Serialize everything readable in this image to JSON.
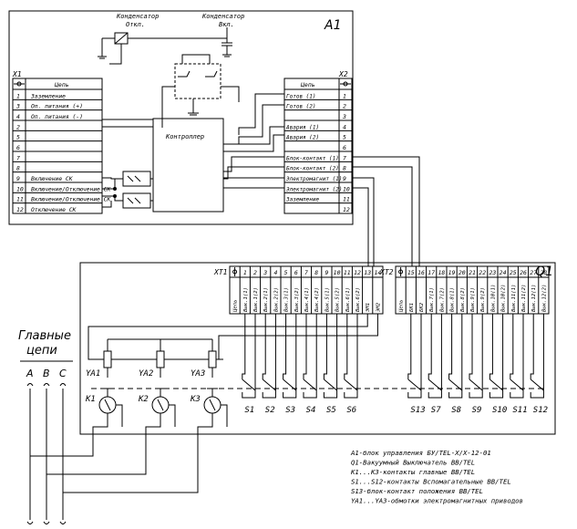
{
  "a1": {
    "label": "A1",
    "cap_open_label": [
      "Конденсатор",
      "Откл."
    ],
    "cap_close_label": [
      "Конденсатор",
      "Вкл."
    ],
    "controller_label": "Контроллер"
  },
  "x1": {
    "label": "X1",
    "header_col": "Цепь",
    "rows": [
      {
        "text": "Заземление",
        "num": "1"
      },
      {
        "text": "Оп. питания (+)",
        "num": "3"
      },
      {
        "text": "Оп. питания (-)",
        "num": "4"
      },
      {
        "text": "",
        "num": "2"
      },
      {
        "text": "",
        "num": "5"
      },
      {
        "text": "",
        "num": "6"
      },
      {
        "text": "",
        "num": "7"
      },
      {
        "text": "",
        "num": "8"
      },
      {
        "text": "Включение CK",
        "num": "9"
      },
      {
        "text": "Включение/Отключение CK",
        "num": "10"
      },
      {
        "text": "Включение/Отключение CK",
        "num": "11"
      },
      {
        "text": "Отключение CK",
        "num": "12"
      }
    ]
  },
  "x2": {
    "label": "X2",
    "header_col": "Цепь",
    "rows": [
      {
        "text": "Готов (1)",
        "num": "1"
      },
      {
        "text": "Готов (2)",
        "num": "2"
      },
      {
        "text": "",
        "num": "3"
      },
      {
        "text": "Авария (1)",
        "num": "4"
      },
      {
        "text": "Авария (2)",
        "num": "5"
      },
      {
        "text": "",
        "num": "6"
      },
      {
        "text": "Блок-контакт (1)",
        "num": "7"
      },
      {
        "text": "Блок-контакт (2)",
        "num": "8"
      },
      {
        "text": "Электромагнит (1)",
        "num": "9"
      },
      {
        "text": "Электромагнит (2)",
        "num": "10"
      },
      {
        "text": "Заземление",
        "num": "11"
      },
      {
        "text": "",
        "num": "12"
      }
    ]
  },
  "q1": {
    "label": "Q1",
    "xt1": {
      "label": "XT1",
      "nums": [
        "1",
        "2",
        "3",
        "4",
        "5",
        "6",
        "7",
        "8",
        "9",
        "10",
        "11",
        "12",
        "13",
        "14"
      ],
      "cols": [
        "Цепь",
        "Вык.1(1)",
        "Вык.1(2)",
        "Вык.2(1)",
        "Вык.2(2)",
        "Вык.3(1)",
        "Вык.3(2)",
        "Вык.4(1)",
        "Вык.4(2)",
        "Вык.5(1)",
        "Вык.5(2)",
        "Вык.6(1)",
        "Вык.6(2)",
        "ЭМ1",
        "ЭМ2"
      ]
    },
    "xt2": {
      "label": "XT2",
      "nums": [
        "15",
        "16",
        "17",
        "18",
        "19",
        "20",
        "21",
        "22",
        "23",
        "24",
        "25",
        "26",
        "27",
        "28"
      ],
      "cols": [
        "Цепь",
        "БК1",
        "БК2",
        "Вык.7(1)",
        "Вык.7(2)",
        "Вык.8(1)",
        "Вык.8(2)",
        "Вык.9(1)",
        "Вык.9(2)",
        "Вык.10(1)",
        "Вык.10(2)",
        "Вык.11(1)",
        "Вык.11(2)",
        "Вык.12(1)",
        "Вык.12(2)"
      ]
    },
    "switches_left": [
      "S1",
      "S2",
      "S3",
      "S4",
      "S5",
      "S6"
    ],
    "switches_right": [
      "S13",
      "S7",
      "S8",
      "S9",
      "S10",
      "S11",
      "S12"
    ],
    "coils": [
      "YA1",
      "YA2",
      "YA3"
    ],
    "contacts": [
      "K1",
      "K2",
      "K3"
    ]
  },
  "main_circuits": {
    "title_line1": "Главные",
    "title_line2": "цепи",
    "phases": [
      "A",
      "B",
      "C"
    ]
  },
  "legend": [
    "A1-блок управления БУ/TEL-Х/Х-12-01",
    "Q1-Вакуумный Выключатель BB/TEL",
    "K1...K3-контакты главные BB/TEL",
    "S1...S12-контакты Вспомагательные BB/TEL",
    "S13-блок-контакт положения BB/TEL",
    "YA1...YA3-обмотки электромагнитных приводов"
  ]
}
